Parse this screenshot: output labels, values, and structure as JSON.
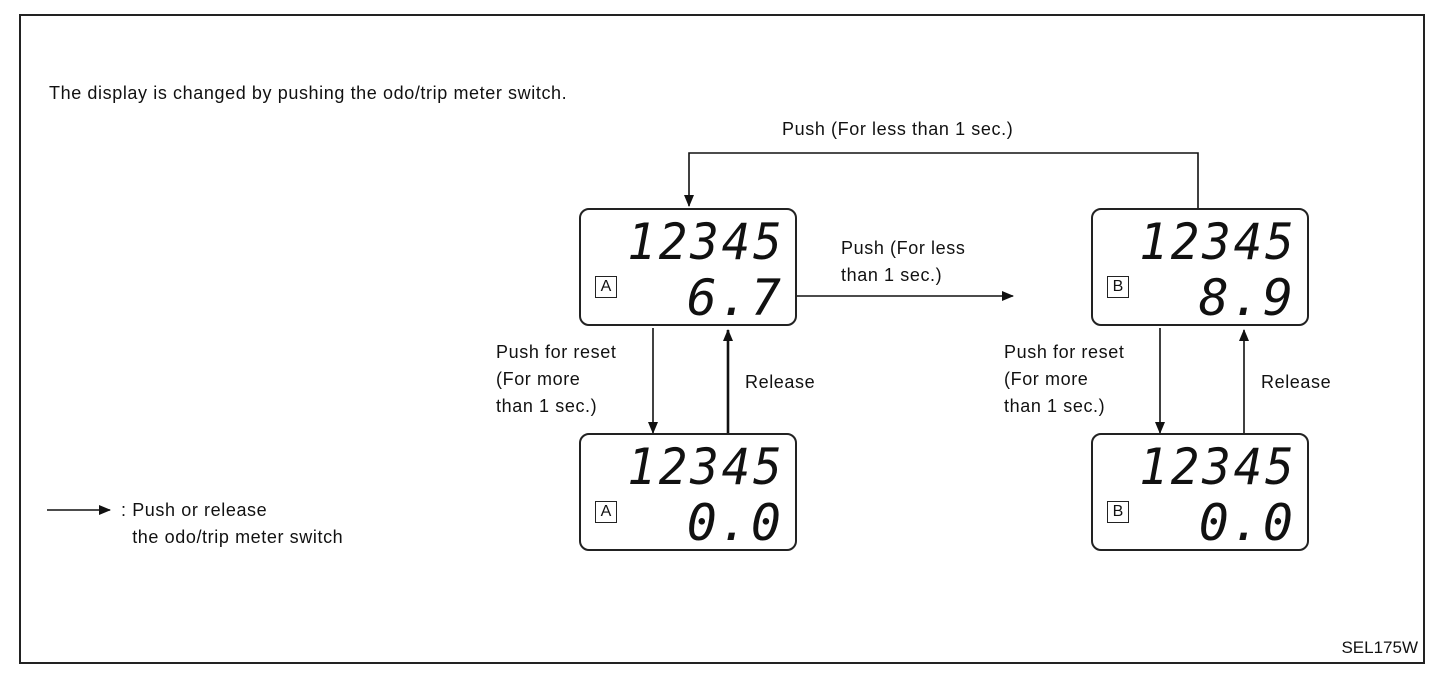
{
  "caption": "The display is changed by pushing the odo/trip meter switch.",
  "figure_code": "SEL175W",
  "legend": {
    "text": ": Push or release\n  the odo/trip meter switch",
    "icon": "arrow-right-icon"
  },
  "labels": {
    "push_top": "Push (For less than 1 sec.)",
    "push_middle": "Push (For less\nthan 1 sec.)",
    "reset_a": "Push for reset\n(For more\nthan 1 sec.)",
    "reset_b": "Push for reset\n(For more\nthan 1 sec.)",
    "release_a": "Release",
    "release_b": "Release"
  },
  "displays": {
    "a_top": {
      "odo": "12345",
      "trip": "6.7",
      "selector": "A"
    },
    "a_bottom": {
      "odo": "12345",
      "trip": "0.0",
      "selector": "A"
    },
    "b_top": {
      "odo": "12345",
      "trip": "8.9",
      "selector": "B"
    },
    "b_bottom": {
      "odo": "12345",
      "trip": "0.0",
      "selector": "B"
    }
  }
}
